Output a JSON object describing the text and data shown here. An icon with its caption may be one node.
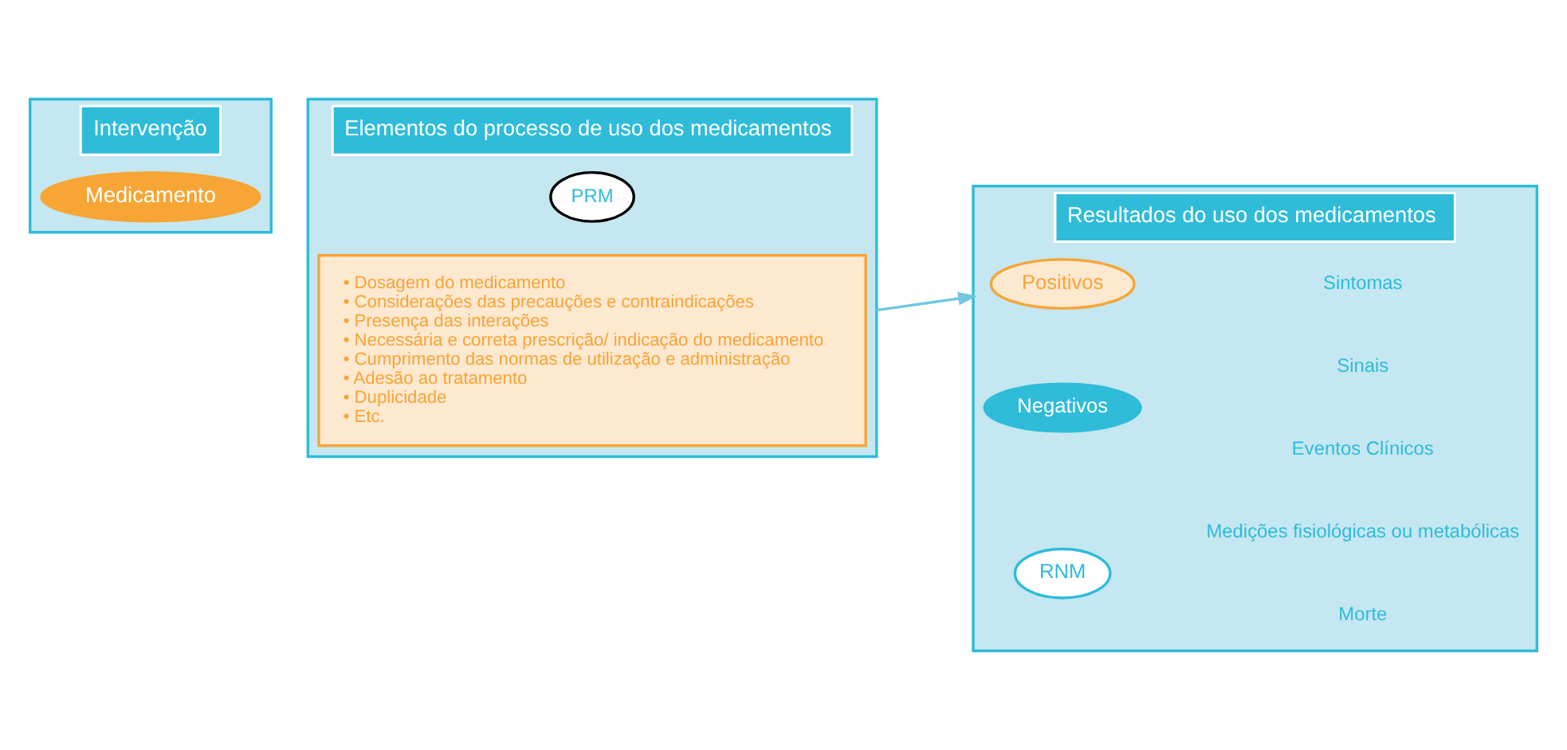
{
  "diagram": {
    "nodes": [
      {
        "text": [
          "Intervenção"
        ]
      },
      {
        "text": [
          "Medicamento"
        ],
        "in": 0
      },
      {
        "text": [
          "Elementos do processo de uso dos medicamentos"
        ]
      },
      {
        "text": [
          "PRM"
        ],
        "in": 2
      },
      {
        "text": [
          "• Dosagem do medicamento",
          "• Considerações das precauções e contraindicações",
          "• Presença das interações",
          "• Necessária e correta prescrição/ indicação do medicamento",
          "• Cumprimento das normas de utilização e administração",
          "• Adesão ao tratamento",
          "• Duplicidade",
          "• Etc."
        ],
        "in": 2
      },
      {
        "text": [
          "Resultados do uso dos medicamentos"
        ]
      },
      {
        "text": [
          "Positivos"
        ],
        "in": 5
      },
      {
        "text": [
          "Negativos"
        ],
        "in": 5
      },
      {
        "text": [
          "RNM"
        ],
        "in": 5
      }
    ],
    "edges": [
      {
        "from": 2,
        "to": 5,
        "arrow": "to",
        "color": "#6fc8e0"
      }
    ],
    "labels": [
      "Sintomas",
      "Sinais",
      "Eventos Clínicos",
      "Medições fisiológicas ou metabólicas",
      "Morte"
    ]
  }
}
